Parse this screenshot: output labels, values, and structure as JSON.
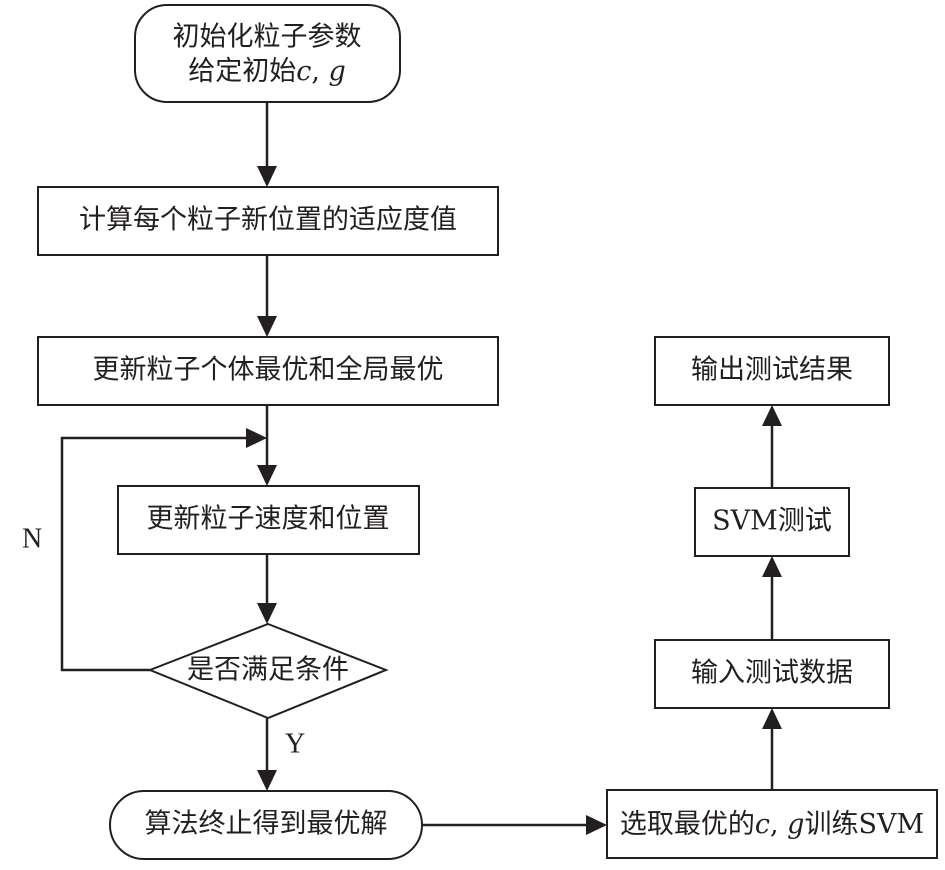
{
  "nodes": {
    "init": {
      "line1": "初始化粒子参数",
      "line2_prefix": "给定初始",
      "line2_var1": "c",
      "line2_sep": ", ",
      "line2_var2": "g"
    },
    "fitness": {
      "label": "计算每个粒子新位置的适应度值"
    },
    "update_best": {
      "label": "更新粒子个体最优和全局最优"
    },
    "update_velocity": {
      "label": "更新粒子速度和位置"
    },
    "condition": {
      "label": "是否满足条件"
    },
    "terminate": {
      "label": "算法终止得到最优解"
    },
    "select": {
      "prefix": "选取最优的",
      "var1": "c",
      "sep": ", ",
      "var2": "g",
      "suffix": "训练SVM"
    },
    "input_test": {
      "label": "输入测试数据"
    },
    "svm_test": {
      "label": "SVM测试"
    },
    "output": {
      "label": "输出测试结果"
    }
  },
  "edge_labels": {
    "no": "N",
    "yes": "Y"
  },
  "colors": {
    "stroke": "#231f20",
    "fill": "#ffffff"
  }
}
